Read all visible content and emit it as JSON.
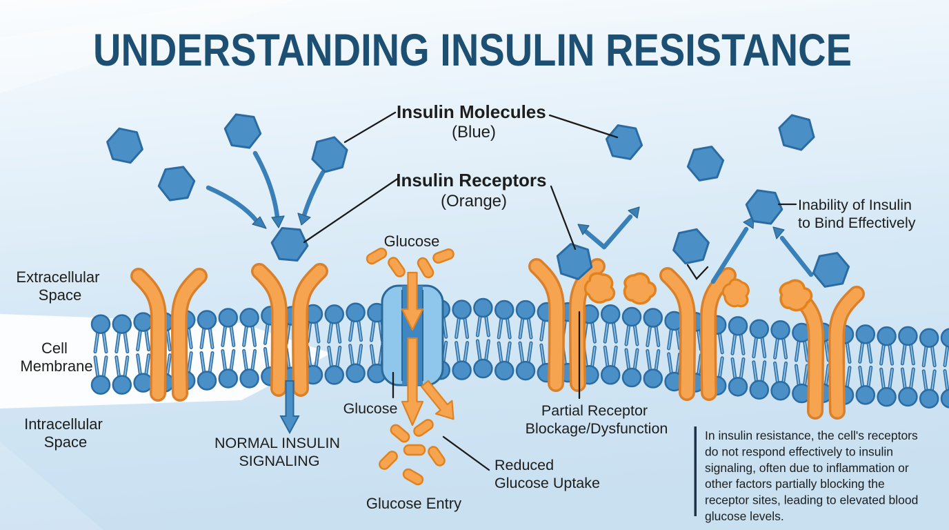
{
  "title": "UNDERSTANDING INSULIN RESISTANCE",
  "colors": {
    "title_blue": "#1d4f72",
    "insulin_blue": "#4a90c7",
    "blue_outline": "#2a6ba3",
    "receptor_orange": "#f6a44f",
    "orange_outline": "#d9802c",
    "arrow_blue": "#3a80b8",
    "glucose_orange": "#f6a44f",
    "background_top": "#fbfdfe",
    "background_bottom": "#c9e0f1",
    "text": "#1d1d1b"
  },
  "labels": {
    "insulin_molecules": {
      "line1": "Insulin Molecules",
      "line2": "(Blue)"
    },
    "insulin_receptors": {
      "line1": "Insulin Receptors",
      "line2": "(Orange)"
    },
    "extracellular": {
      "line1": "Extracellular",
      "line2": "Space"
    },
    "cell_membrane": {
      "line1": "Cell",
      "line2": "Membrane"
    },
    "intracellular": {
      "line1": "Intracellular",
      "line2": "Space"
    },
    "glucose_top": "Glucose",
    "glucose_channel": "Glucose",
    "normal_signaling": {
      "line1": "NORMAL INSULIN",
      "line2": "SIGNALING"
    },
    "glucose_entry": "Glucose Entry",
    "partial_blockage": {
      "line1": "Partial Receptor",
      "line2": "Blockage/Dysfunction"
    },
    "reduced_uptake": {
      "line1": "Reduced",
      "line2": "Glucose Uptake"
    },
    "inability": {
      "line1": "Inability of Insulin",
      "line2": "to Bind Effectively"
    }
  },
  "note": {
    "lines": [
      "In insulin resistance, the cell's receptors",
      "do not respond effectively to insulin",
      "signaling, often due to inflammation or",
      "other factors partially blocking the",
      "receptor sites, leading to elevated blood",
      "glucose levels."
    ]
  }
}
